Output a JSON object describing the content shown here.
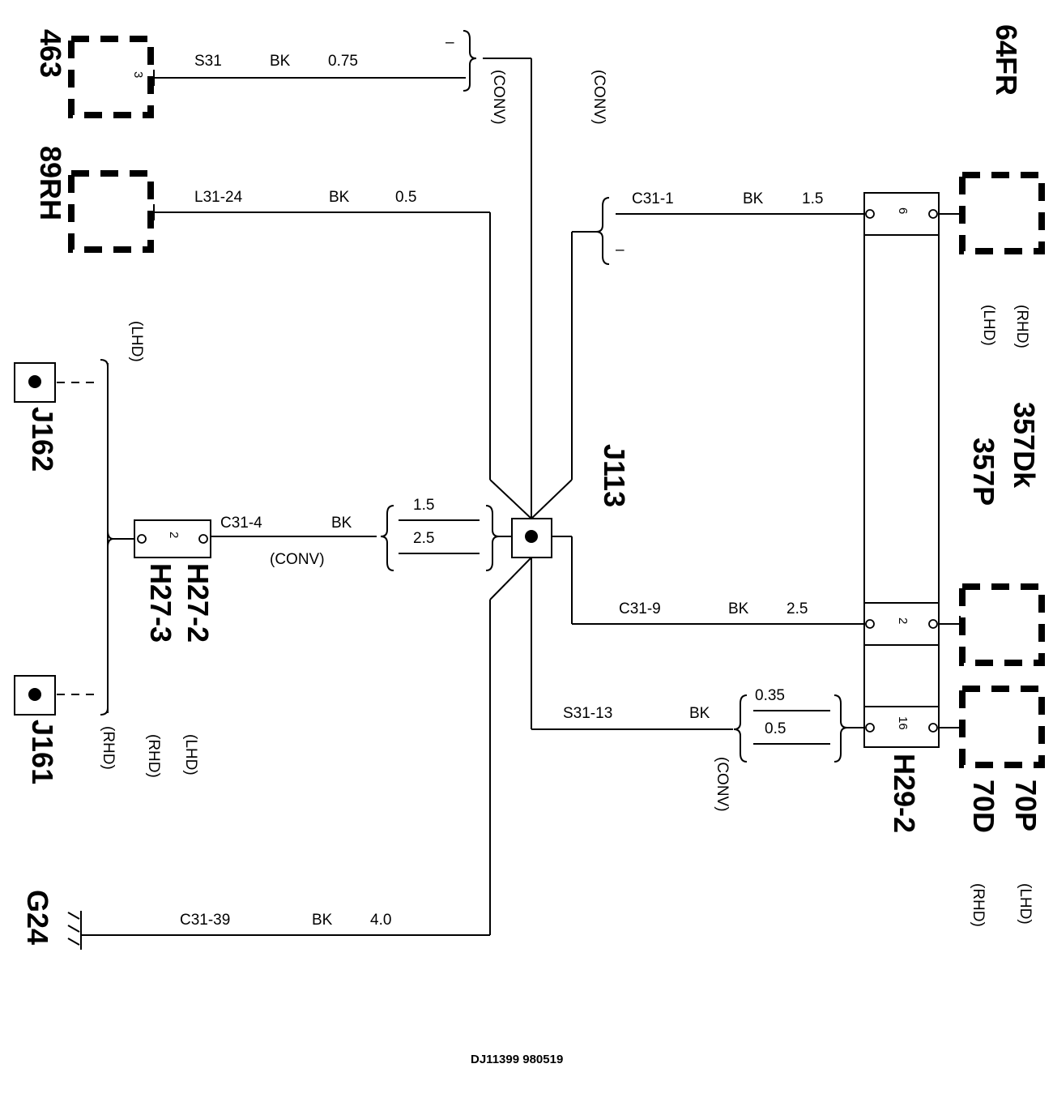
{
  "components": {
    "c463": "463",
    "c89rh": "89RH",
    "c64fr": "64FR",
    "j162": "J162",
    "j161": "J161",
    "j113": "J113",
    "h27_2": "H27-2",
    "h27_3": "H27-3",
    "c357dk": "357Dk",
    "c357p": "357P",
    "h29_2": "H29-2",
    "c70p": "70P",
    "c70d": "70D",
    "g24": "G24"
  },
  "wires": {
    "s31": {
      "circuit": "S31",
      "color": "BK",
      "size": "0.75"
    },
    "l31_24": {
      "circuit": "L31-24",
      "color": "BK",
      "size": "0.5"
    },
    "c31_1": {
      "circuit": "C31-1",
      "color": "BK",
      "size": "1.5"
    },
    "c31_4": {
      "circuit": "C31-4",
      "color": "BK",
      "size_a": "1.5",
      "size_b": "2.5"
    },
    "c31_9": {
      "circuit": "C31-9",
      "color": "BK",
      "size": "2.5"
    },
    "s31_13": {
      "circuit": "S31-13",
      "color": "BK",
      "size_a": "0.35",
      "size_b": "0.5"
    },
    "c31_39": {
      "circuit": "C31-39",
      "color": "BK",
      "size": "4.0"
    }
  },
  "pins": {
    "p463": "3",
    "ph27": "2",
    "ph29_a": "6",
    "ph29_b": "2",
    "ph29_c": "16"
  },
  "notes": {
    "conv": "(CONV)",
    "lhd": "(LHD)",
    "rhd": "(RHD)",
    "dash": "–"
  },
  "footer": "DJ11399 980519"
}
